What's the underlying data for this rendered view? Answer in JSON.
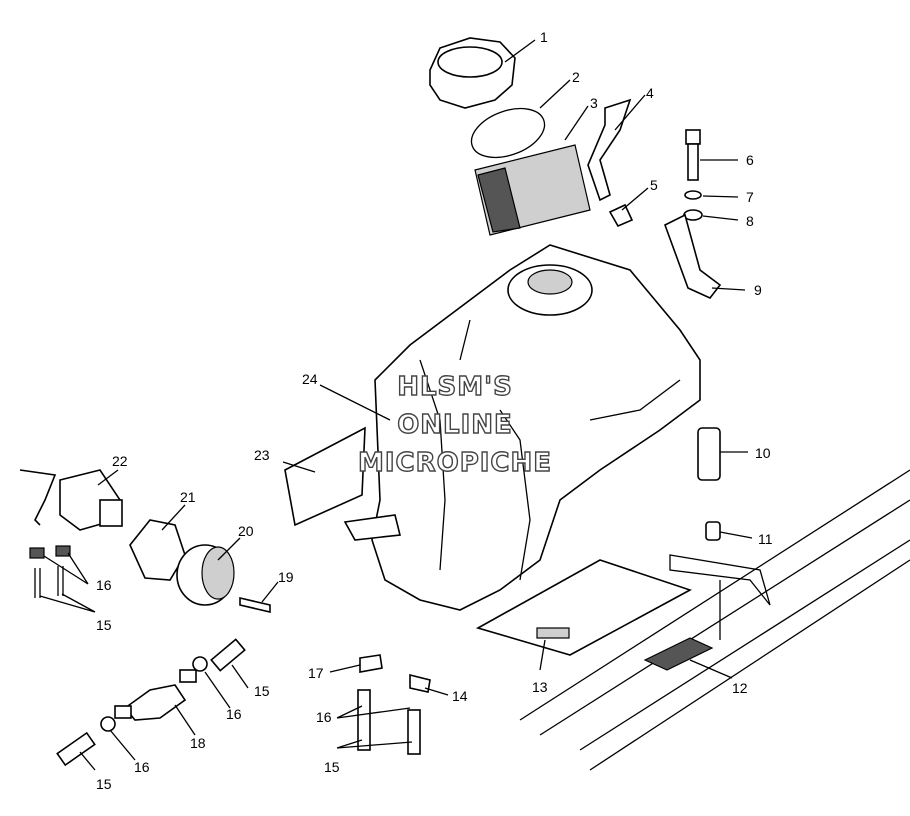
{
  "watermark": [
    "HLSM'S",
    "ONLINE",
    "MICROPICHE"
  ],
  "callouts": {
    "c1": "1",
    "c2": "2",
    "c3": "3",
    "c4": "4",
    "c5": "5",
    "c6": "6",
    "c7": "7",
    "c8": "8",
    "c9": "9",
    "c10": "10",
    "c11": "11",
    "c12": "12",
    "c13": "13",
    "c14": "14",
    "c15a": "15",
    "c15b": "15",
    "c15c": "15",
    "c15d": "15",
    "c16a": "16",
    "c16b": "16",
    "c16c": "16",
    "c16d": "16",
    "c17": "17",
    "c18": "18",
    "c19": "19",
    "c20": "20",
    "c21": "21",
    "c22": "22",
    "c23": "23",
    "c24": "24"
  }
}
